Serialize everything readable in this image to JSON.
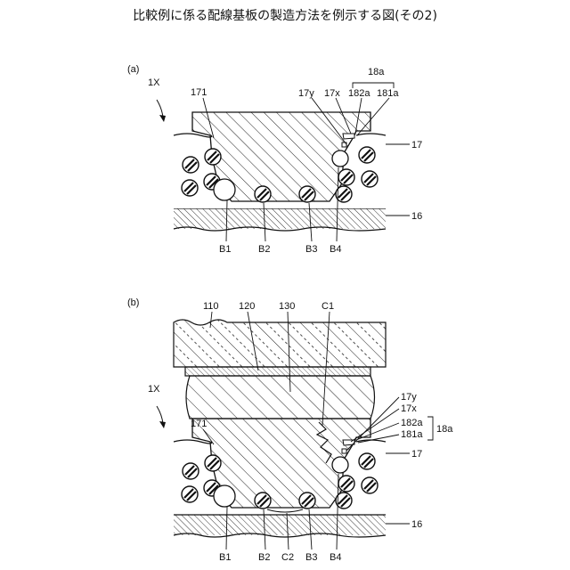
{
  "title": "比較例に係る配線基板の製造方法を例示する図(その2)",
  "panel_a": {
    "label": "(a)",
    "ref_assembly": "1X",
    "labels": {
      "p171": "171",
      "p17y": "17y",
      "p17x": "17x",
      "p182a": "182a",
      "p181a": "181a",
      "p18a": "18a",
      "p17": "17",
      "p16": "16",
      "b1": "B1",
      "b2": "B2",
      "b3": "B3",
      "b4": "B4"
    }
  },
  "panel_b": {
    "label": "(b)",
    "ref_assembly": "1X",
    "labels": {
      "p110": "110",
      "p120": "120",
      "p130": "130",
      "c1": "C1",
      "p17y": "17y",
      "p17x": "17x",
      "p182a": "182a",
      "p181a": "181a",
      "p18a": "18a",
      "p171": "171",
      "p17": "17",
      "p16": "16",
      "b1": "B1",
      "b2": "B2",
      "c2": "C2",
      "b3": "B3",
      "b4": "B4"
    }
  }
}
